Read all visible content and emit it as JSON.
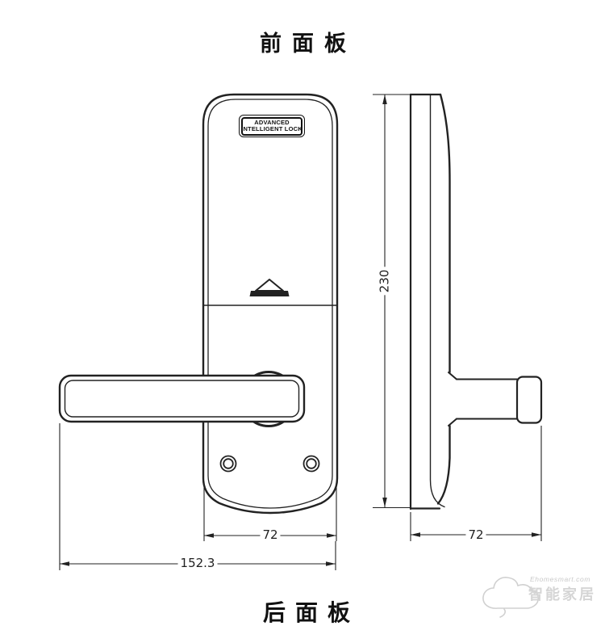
{
  "titles": {
    "top": "前面板",
    "bottom": "后面板"
  },
  "front_view": {
    "label_plate": {
      "line1": "ADVANCED",
      "line2": "INTELLIGENT LOCK"
    }
  },
  "dimensions": {
    "front_panel_width": "72",
    "overall_width": "152.3",
    "panel_height": "230",
    "side_depth": "72"
  },
  "watermark": {
    "url_text": "Ehomesmart.com",
    "brand_text": "智能家居"
  },
  "colors": {
    "line": "#222222",
    "watermark": "#d0d0d0"
  }
}
